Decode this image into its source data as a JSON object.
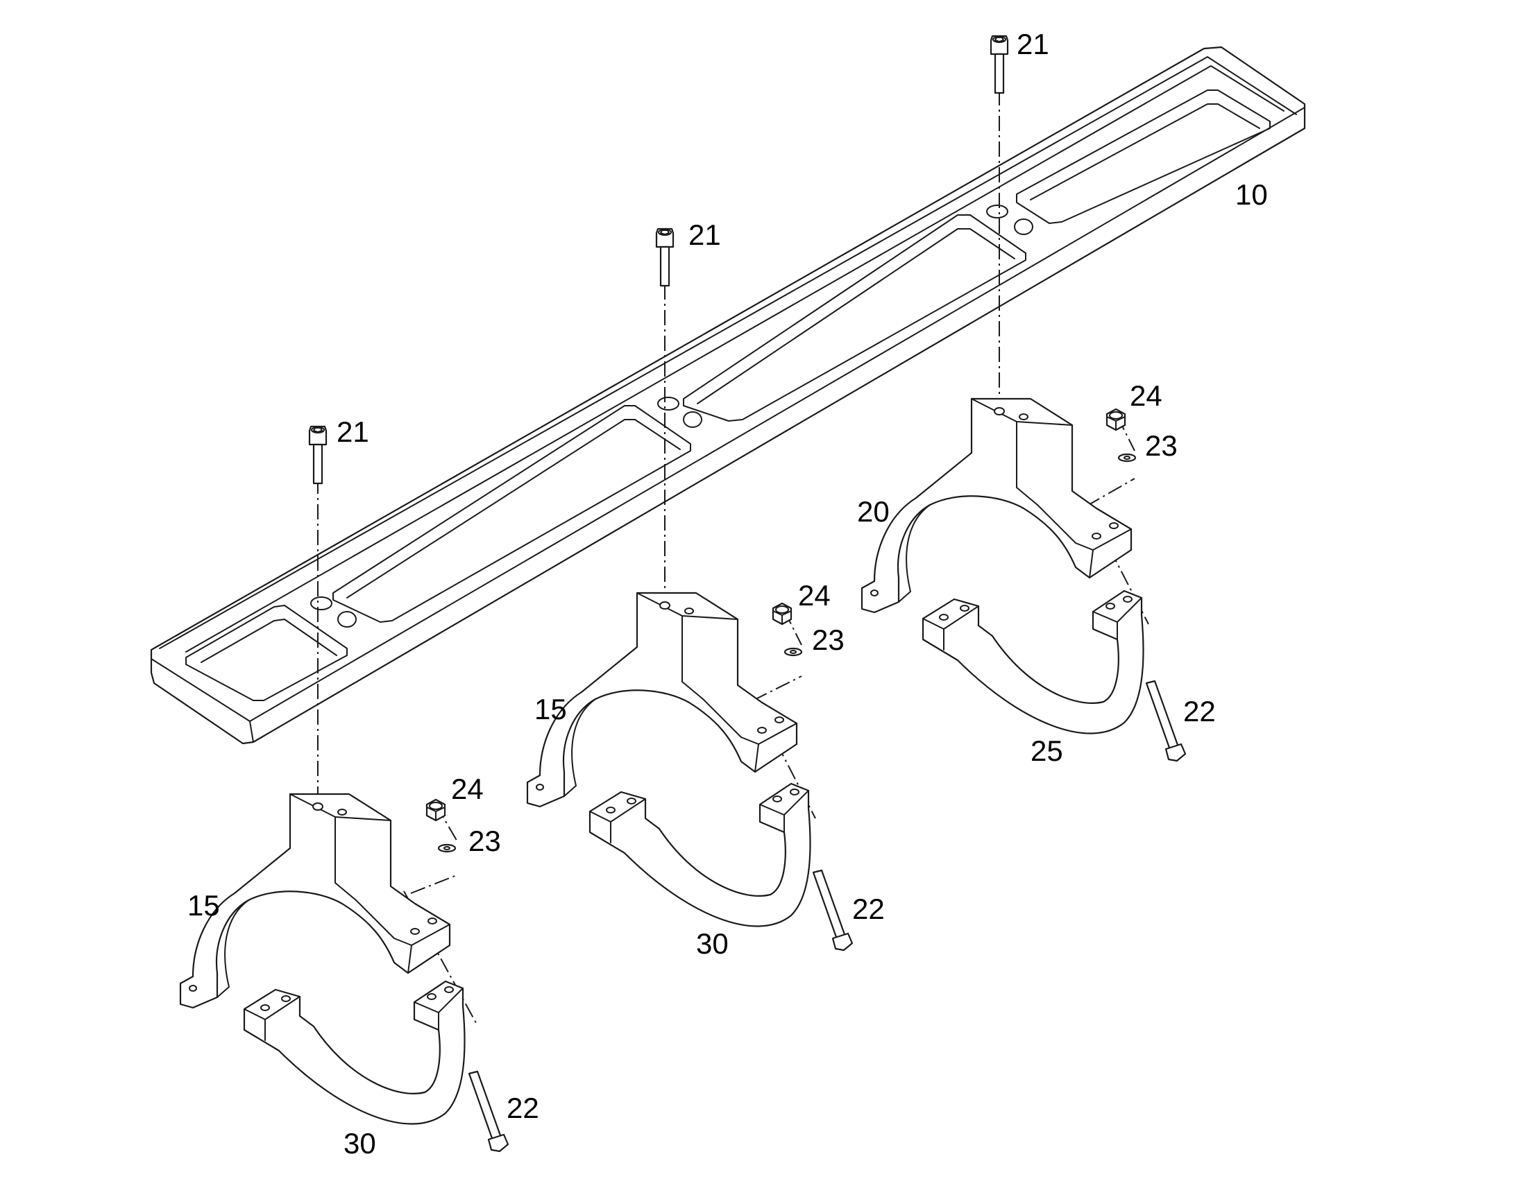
{
  "callouts": {
    "frame": "10",
    "upper_clamp_a": "15",
    "upper_clamp_b": "15",
    "upper_clamp_c": "20",
    "cap_screw_a": "21",
    "cap_screw_b": "21",
    "cap_screw_c": "21",
    "bolt_a": "22",
    "bolt_b": "22",
    "bolt_c": "22",
    "washer_a": "23",
    "washer_b": "23",
    "washer_c": "23",
    "nut_a": "24",
    "nut_b": "24",
    "nut_c": "24",
    "lower_clamp_a": "30",
    "lower_clamp_b": "30",
    "lower_clamp_c": "25"
  },
  "colors": {
    "line": "#1a1a1a",
    "background": "#ffffff"
  }
}
